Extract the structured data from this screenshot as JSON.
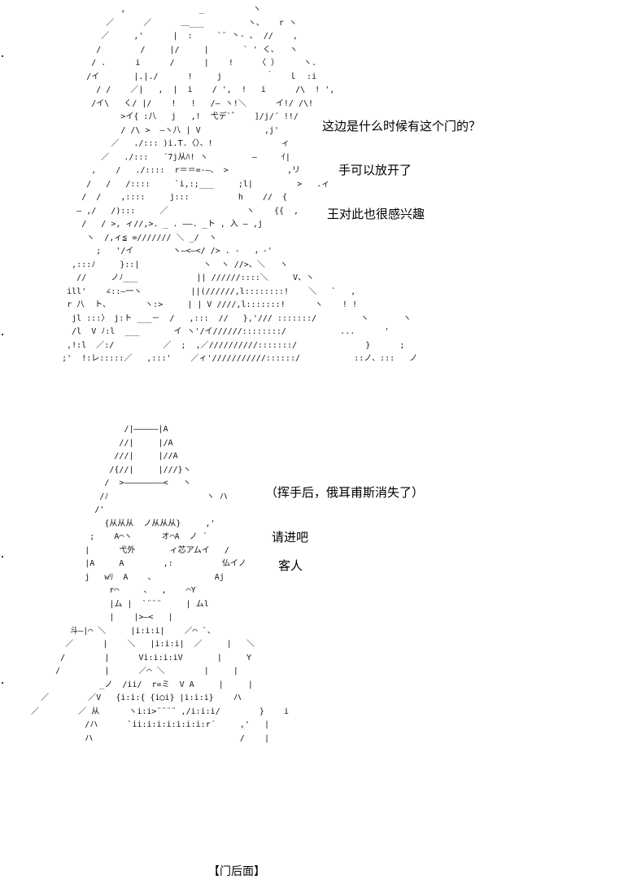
{
  "scene": {
    "art_top": "                  ,               _          ヽ\n               ／      ／      ＿___         ヽ、   r ヽ\n              ／     ,'      |  :     `¨ 丶- ､  //    ,\n             /        /     |/     |       ` ' く､   ヽ\n            / .      i      /      |    !     〈 ）     ヽ.\n           /イ       |.|./      !     j         ｀   ｌ  :i\n             / /    ／|   ,  |  i    / ',  !   i      /\\  ! ',\n            /イ\\   く/ |/    !   !   /— ヽ!＼      イ!/ /\\!\n                  >イ{ :八   j   ,!  弋デ`゛   ]/j/´ !!/\n                  / /\\ >  —ヽ八 | V             ,j'\n                ／   ./::: )i.T.〈〉、!              ィ\n              ／   ./:::   ´7j从ﾊ! ヽ         —     ｲ|\n            ,    /   ./::::  r＝＝=-—、 >            ,リ\n           /   /   /::::     `i,:;___     ;l|         >   .ィ\n          /  /    ,::::     j:::          h    //  {\n         — ,/   /):::     ／                ヽ    {{  ,\n          /   / >, ィ//,>. _ . ——. _ト , 入 — ,j\n           ヽ  /,ィ≦ =/////// ＼ _/  ヽ\n             ;   '/イ        ヽ—<—</ /> . -   ，-'\n        ,:::ﾉ     }::|             ヽ  ヽ //>、＼   ヽ\n         //     ノﾉ___            || //////::::＼     V、ヽ\n       ill'    ∠::—一ヽ          ||(//////,l::::::::!    ＼   `   ,\n       r 八  ト、       ヽ:>     | | V ////,l:::::::!      ヽ    ! !\n        jl :::〉 j:ト ___－  /   ,:::  //   },'/// :::::::/         ヽ       ヽ\n        /l  V ﾉ:l  ___       イ ヽ'/イ//////::::::::/           ...      '\n       ,!:l  ／:/          ／  ;  ,／//////////:::::::/              }      ;\n      ;'  !:レ:::::／   ,:::'    ／ィ'///////////::::::/           ::ノ、:::   ノ",
    "art_bottom": "                      /|—————|A\n                     //|     |/A\n                    ///|     |//A\n                   /{//|     |///}ヽ\n                  /  >————————<   ヽ\n                 /ﾉ                    ヽ ハ\n                /'\n                  {从从从  ノ从从从}     ,'\n               ;    A⌒ヽ      オ⌒A  ノ ´\n              |      弋外       ィ芯アムイ   /\n              |A     A        ,:          仏イノ\n              j   wﾘ  A    、            Aj\n                   r⌒     、  ,    ⌒Y\n                   |ム |  `¨¨¨     | ムl\n                   |    |>—<   |\n           斗—|⌒ ＼     |i:i:i|    ／⌒ `、\n          ／      |    ＼   |i:i:i|  ／     |   ＼\n         /        |      Vi:i:i:iV       |     Y\n        /         |      ／⌒ ＼        |     |\n                 _ノ  /ii/  r=ミ  V A     |     |\n     ／        ／V   {i:i:{ {i◯i} |i:i:i}    ハ\n   ／        ／ 从      ヽi:i>¨¨¨¨ ,/i:i:i/        }    i\n              /ハ      `ii:i:i:i:i:i:i:r´     ,'   |\n              ハ                              /    |",
    "edge_dots": ""
  },
  "dialogue": {
    "line1": "这边是什么时候有这个门的？",
    "line2": "手可以放开了",
    "line3": "王对此也很感兴趣",
    "line4": "（挥手后，俄耳甫斯消失了）",
    "line5": "请进吧",
    "line6": "客人"
  },
  "caption": "【门后面】"
}
